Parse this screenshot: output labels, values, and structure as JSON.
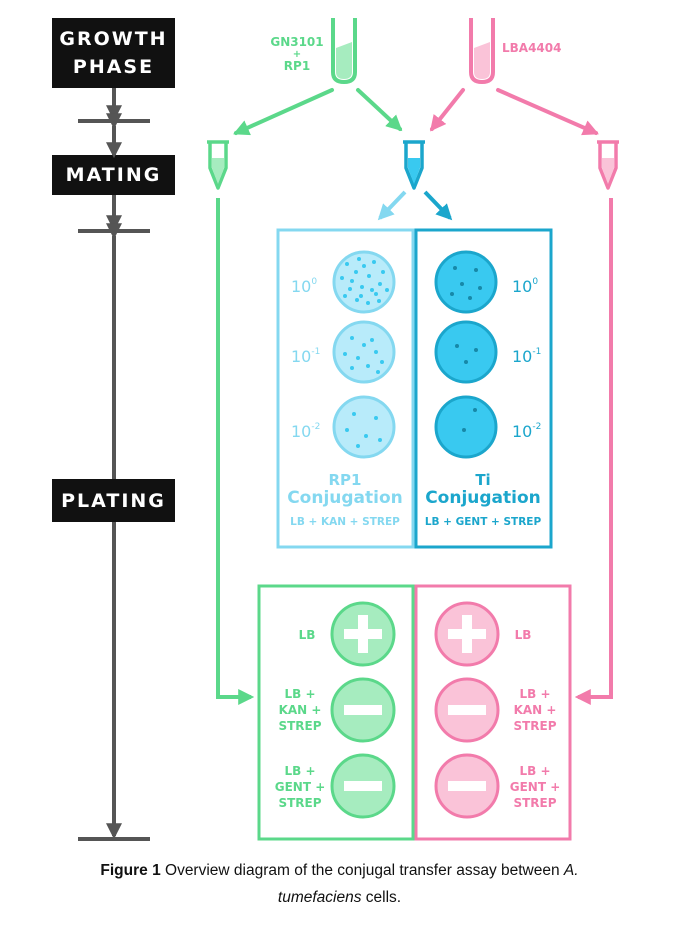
{
  "phases": {
    "growth_line1": "GROWTH",
    "growth_line2": "PHASE",
    "mating": "MATING",
    "plating": "PLATING"
  },
  "strains": {
    "donor_line1": "GN3101",
    "donor_plus": "+",
    "donor_line2": "RP1",
    "recipient": "LBA4404"
  },
  "conjugation": {
    "rp1": {
      "title_line1": "RP1",
      "title_line2": "Conjugation",
      "media": "LB + KAN + STREP",
      "dilutions": [
        "10",
        "10",
        "10"
      ],
      "exponents": [
        "0",
        "-1",
        "-2"
      ]
    },
    "ti": {
      "title_line1": "Ti",
      "title_line2": "Conjugation",
      "media": "LB + GENT + STREP",
      "dilutions": [
        "10",
        "10",
        "10"
      ],
      "exponents": [
        "0",
        "-1",
        "-2"
      ]
    }
  },
  "controls": {
    "green": [
      {
        "line1": "LB",
        "line2": "",
        "line3": "",
        "result": "+"
      },
      {
        "line1": "LB +",
        "line2": "KAN +",
        "line3": "STREP",
        "result": "-"
      },
      {
        "line1": "LB +",
        "line2": "GENT +",
        "line3": "STREP",
        "result": "-"
      }
    ],
    "pink": [
      {
        "line1": "LB",
        "line2": "",
        "line3": "",
        "result": "+"
      },
      {
        "line1": "LB +",
        "line2": "KAN +",
        "line3": "STREP",
        "result": "-"
      },
      {
        "line1": "LB +",
        "line2": "GENT +",
        "line3": "STREP",
        "result": "-"
      }
    ]
  },
  "caption": {
    "label": "Figure 1",
    "text_before_italic": " Overview diagram of the conjugal transfer assay between ",
    "italic_1": "A.",
    "italic_2": "tumefaciens",
    "text_after_italic": " cells."
  },
  "colors": {
    "green": "#5bd88a",
    "green_fill": "#a6ecbf",
    "pink": "#f27bab",
    "pink_fill": "#fac3d8",
    "light_blue": "#84d8f0",
    "light_blue_fill": "#b8ebfa",
    "blue": "#1ba6cc",
    "blue_fill": "#39c9f0",
    "timeline": "#555555"
  }
}
